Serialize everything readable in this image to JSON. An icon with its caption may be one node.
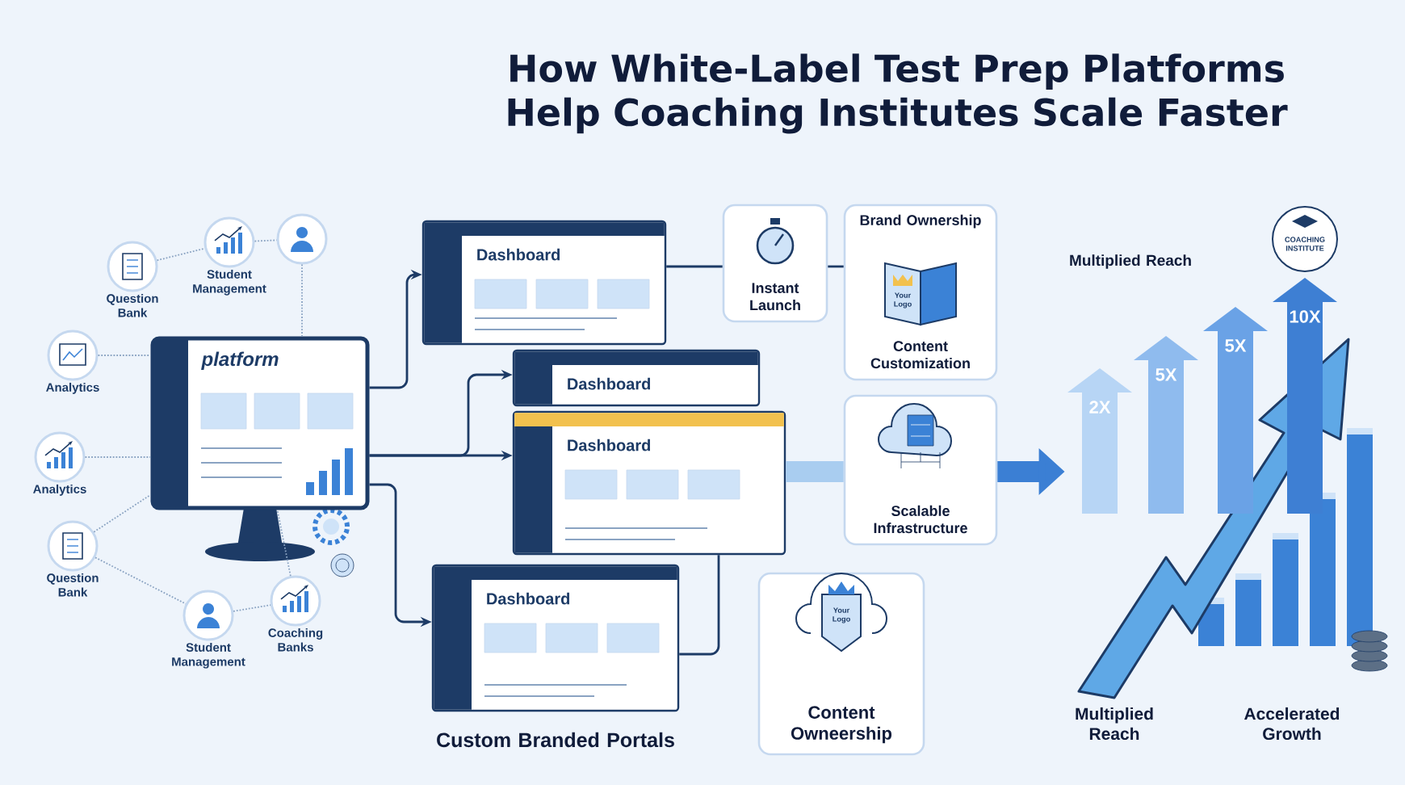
{
  "diagram": {
    "title": "How White-Label Test Prep Platforms Help Coaching Institutes Scale Faster",
    "nodes": [
      {
        "text": [
          "platform"
        ]
      },
      {
        "text": [
          "Student Management"
        ]
      },
      {
        "text": [],
        "shape": "circle"
      },
      {
        "text": [
          "Question Bank"
        ]
      },
      {
        "text": [
          "Analytics"
        ]
      },
      {
        "text": [
          "Analytics"
        ]
      },
      {
        "text": [
          "Question Bank"
        ]
      },
      {
        "text": [
          "Student Management"
        ]
      },
      {
        "text": [
          "Coaching Banks"
        ]
      },
      {
        "text": [
          "Dashboard"
        ]
      },
      {
        "text": [
          "Dashboard"
        ]
      },
      {
        "text": [
          "Dashboard"
        ]
      },
      {
        "text": [
          "Dashboard"
        ]
      },
      {
        "text": [
          "Instant Launch"
        ]
      },
      {
        "text": [
          "Brand Ownership",
          "Content Customization"
        ]
      },
      {
        "text": [
          "Scalable Infrastructure"
        ]
      },
      {
        "text": [
          "Content Owneership"
        ]
      },
      {
        "text": [],
        "shape": "picture"
      }
    ],
    "edges": [
      {
        "from": 1,
        "to": 2,
        "arrow": "none",
        "style": "dashed"
      },
      {
        "from": 2,
        "to": 0,
        "arrow": "none",
        "style": "dashed"
      },
      {
        "from": 3,
        "to": 1,
        "arrow": "none",
        "style": "dashed"
      },
      {
        "from": 4,
        "to": 0,
        "arrow": "none",
        "style": "dashed"
      },
      {
        "from": 5,
        "to": 0,
        "arrow": "none",
        "style": "dashed"
      },
      {
        "from": 6,
        "to": 0,
        "arrow": "none",
        "style": "dashed"
      },
      {
        "from": 6,
        "to": 7,
        "arrow": "none",
        "style": "dashed"
      },
      {
        "from": 7,
        "to": 8,
        "arrow": "none",
        "style": "dashed"
      },
      {
        "from": 8,
        "to": 0,
        "arrow": "none",
        "style": "dashed"
      },
      {
        "from": 0,
        "to": 9,
        "arrow": "to",
        "color": "#1d3b66"
      },
      {
        "from": 0,
        "to": 10,
        "arrow": "to",
        "color": "#1d3b66"
      },
      {
        "from": 0,
        "to": 11,
        "arrow": "to",
        "color": "#1d3b66"
      },
      {
        "from": 0,
        "to": 12,
        "arrow": "to",
        "color": "#1d3b66"
      },
      {
        "from": 9,
        "to": 13,
        "arrow": "none",
        "color": "#1d3b66"
      },
      {
        "from": 13,
        "to": 14,
        "arrow": "none",
        "color": "#1d3b66"
      },
      {
        "from": 11,
        "to": 15,
        "arrow": "none",
        "style": "thick",
        "color": "#a9cdf0"
      },
      {
        "from": 12,
        "to": 11,
        "arrow": "none",
        "color": "#1d3b66"
      },
      {
        "from": 15,
        "to": 17,
        "arrow": "to",
        "style": "thick",
        "color": "#3b7fd4"
      }
    ],
    "labels": [
      "Multiplied Reach",
      "COACHING INSTITUTE",
      "2X",
      "5X",
      "5X",
      "10X",
      "Your Logo",
      "Your Logo",
      "Multiplied Reach",
      "Accelerated Growth",
      "Custom Branded Portals"
    ]
  }
}
